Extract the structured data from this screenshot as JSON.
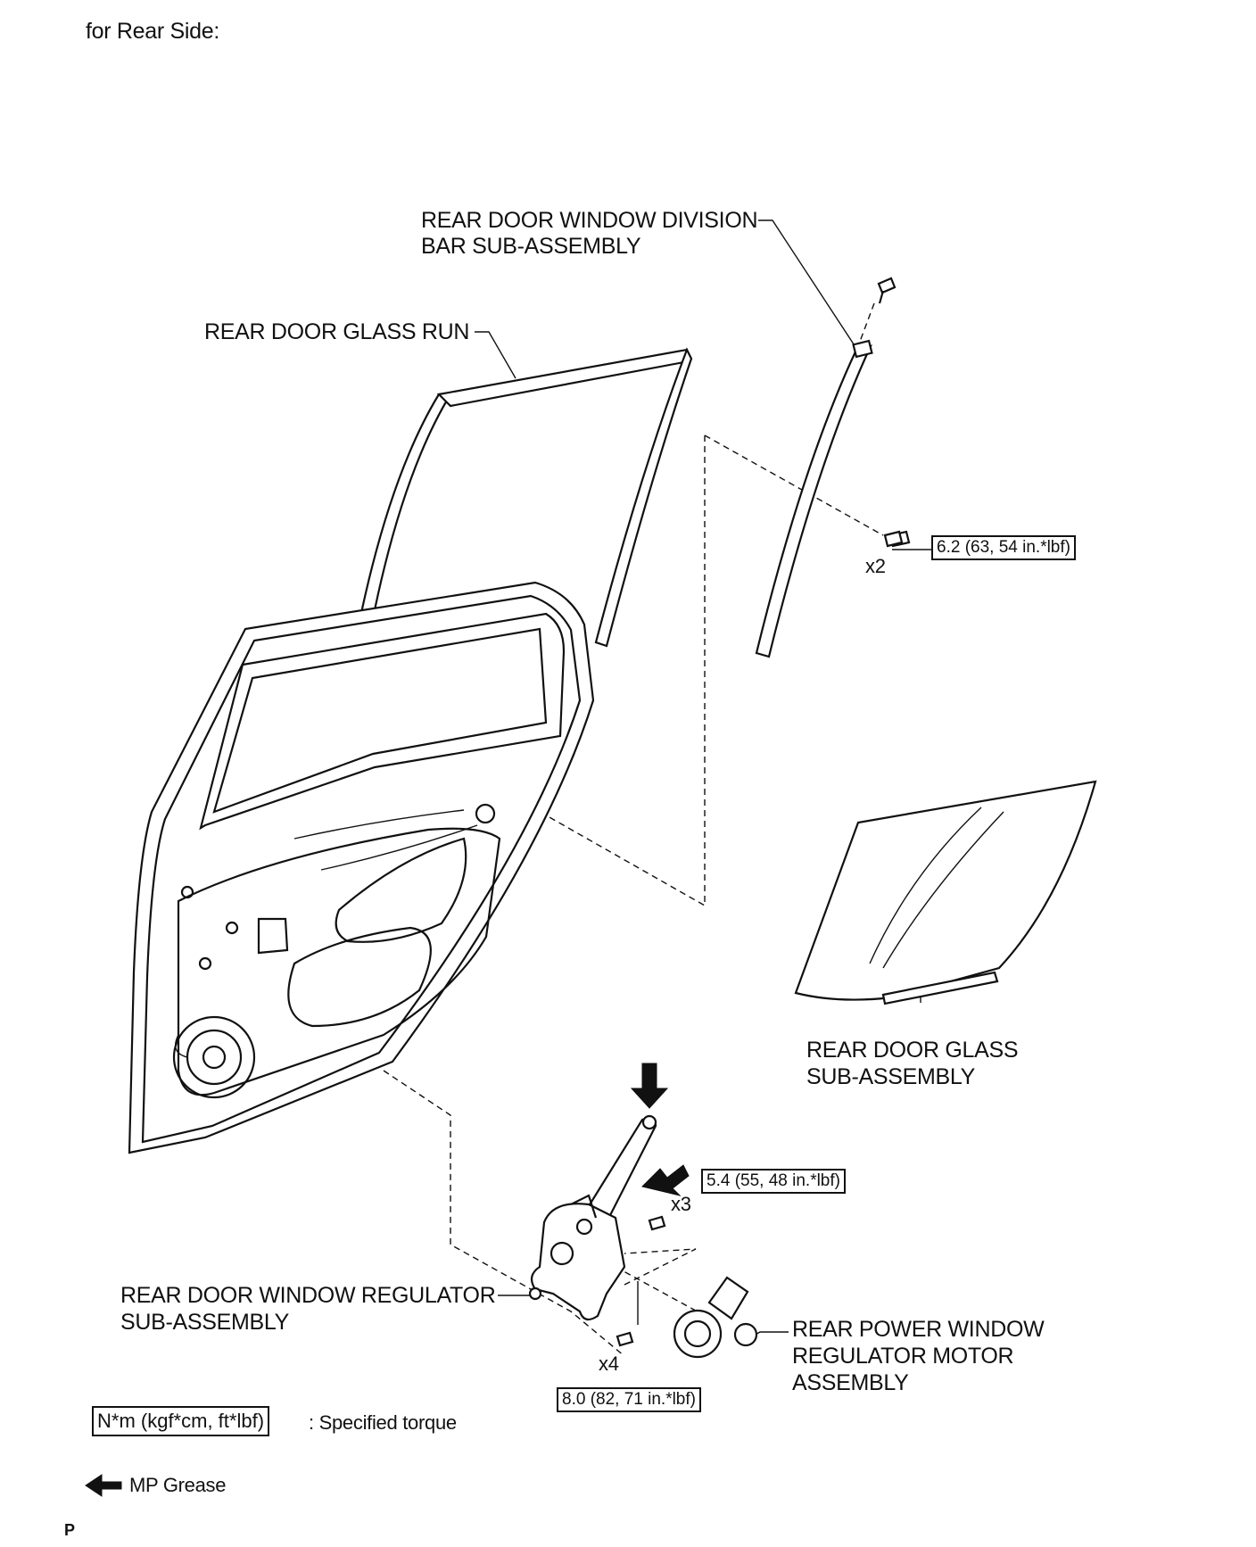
{
  "header": {
    "title": "for Rear Side:"
  },
  "labels": {
    "division_bar": [
      "REAR DOOR WINDOW DIVISION",
      "BAR SUB-ASSEMBLY"
    ],
    "glass_run": "REAR DOOR GLASS RUN",
    "glass": [
      "REAR DOOR GLASS",
      "SUB-ASSEMBLY"
    ],
    "regulator": [
      "REAR DOOR WINDOW REGULATOR",
      "SUB-ASSEMBLY"
    ],
    "motor": [
      "REAR POWER WINDOW",
      "REGULATOR MOTOR",
      "ASSEMBLY"
    ]
  },
  "torques": {
    "division_bar": "6.2 (63, 54 in.*lbf)",
    "regulator_top": "5.4 (55, 48 in.*lbf)",
    "regulator_bottom": "8.0 (82, 71 in.*lbf)"
  },
  "quantities": {
    "division_bar": "x2",
    "regulator_top": "x3",
    "regulator_bottom": "x4"
  },
  "legend": {
    "torque_unit": "N*m (kgf*cm, ft*lbf)",
    "torque_text": ": Specified torque",
    "grease_text": "MP Grease"
  },
  "footer": {
    "mark": "P"
  }
}
